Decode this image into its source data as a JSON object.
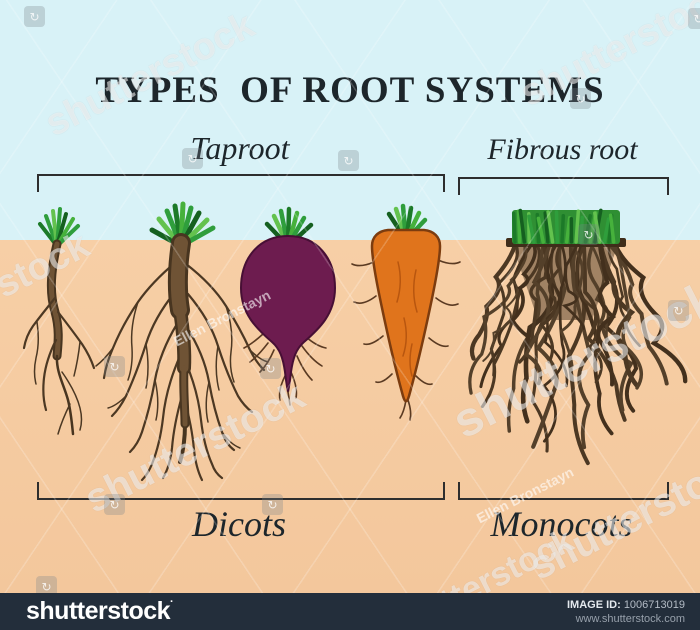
{
  "title": "TYPES  OF ROOT SYSTEMS",
  "diagram": {
    "top_labels": [
      {
        "label": "Taproot"
      },
      {
        "label": "Fibrous root"
      }
    ],
    "bottom_labels": [
      {
        "label": "Dicots"
      },
      {
        "label": "Monocots"
      }
    ],
    "figures": [
      {
        "name": "thin-taproot-plant"
      },
      {
        "name": "branched-taproot-plant"
      },
      {
        "name": "beet"
      },
      {
        "name": "carrot"
      },
      {
        "name": "fibrous-root-grass"
      }
    ]
  },
  "watermark": {
    "text": "shutterstock",
    "artist": "Ellen Bronstayn",
    "logo_glyph": "↻"
  },
  "footer": {
    "logo": "shutterstock",
    "logo_mark": "·",
    "image_id_label": "IMAGE ID:",
    "image_id": "1006713019",
    "website": "www.shutterstock.com"
  },
  "colors": {
    "sky": "#d8f2f7",
    "soil": "#f3c79c",
    "soil_light": "#f7cfa6",
    "ink": "#1d262b",
    "bracket": "#2e2e2e",
    "root_brown": "#4c3823",
    "leaf_green": "#2f9e3c",
    "beet_purple": "#6d1c4f",
    "carrot_orange": "#e0741c",
    "footer_bg": "#232e3b"
  }
}
